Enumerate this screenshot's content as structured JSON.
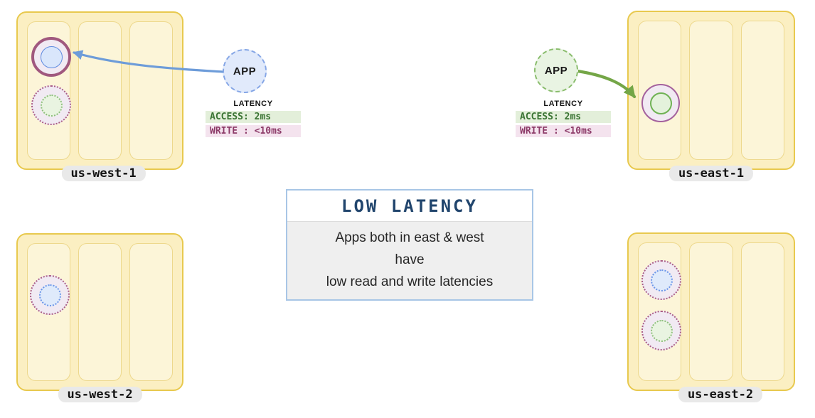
{
  "regions": {
    "us_west_1": {
      "label": "us-west-1"
    },
    "us_east_1": {
      "label": "us-east-1"
    },
    "us_west_2": {
      "label": "us-west-2"
    },
    "us_east_2": {
      "label": "us-east-2"
    }
  },
  "apps": {
    "west": {
      "label": "APP"
    },
    "east": {
      "label": "APP"
    }
  },
  "latency": {
    "west": {
      "title": "LATENCY",
      "access": "ACCESS: 2ms",
      "write": "WRITE : <10ms"
    },
    "east": {
      "title": "LATENCY",
      "access": "ACCESS: 2ms",
      "write": "WRITE : <10ms"
    }
  },
  "info_box": {
    "title": "LOW LATENCY",
    "line1": "Apps both in east & west",
    "line2": "have",
    "line3": "low read and write latencies"
  },
  "colors": {
    "region_fill": "#FBEFC2",
    "region_border": "#E8C94E",
    "az_fill": "#FCF5D8",
    "az_border": "#EDD88C",
    "app_blue_fill": "#E1EAFB",
    "app_blue_border": "#85A6E6",
    "app_green_fill": "#E9F4E3",
    "app_green_border": "#8ABD6D",
    "arrow_blue": "#6D9CD9",
    "arrow_green": "#74A647",
    "access_bg": "#E3EFDA",
    "access_text": "#3A7433",
    "write_bg": "#F4E3EE",
    "write_text": "#8C3A68",
    "node_ring_maroon": "#A0587E",
    "node_ring_purple": "#A4619D",
    "node_fill_lavender": "#F1EAF3",
    "core_blue_border": "#5E8BE0",
    "core_blue_fill": "#D9E6FB",
    "core_green_border": "#6FB254",
    "core_green_fill": "#E4F2DC",
    "info_border": "#A8C6E6",
    "info_title_color": "#21456D",
    "info_body_bg": "#EFEFEF",
    "label_pill_bg": "#E9E9E9"
  }
}
